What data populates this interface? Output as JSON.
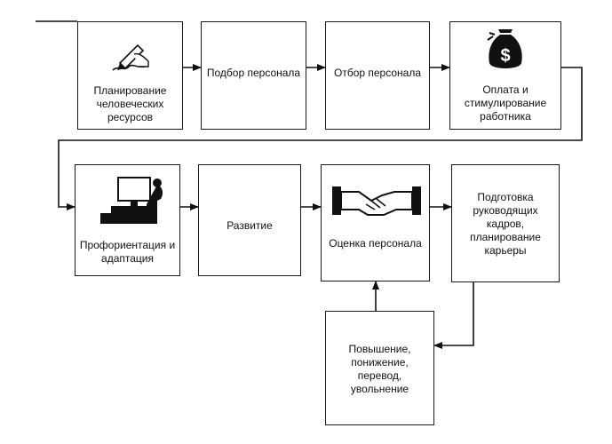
{
  "diagram": {
    "boxes": {
      "planning": "Планирование человеческих ресурсов",
      "selection": "Подбор персонала",
      "screening": "Отбор персонала",
      "payment": "Оплата и стимулирование работника",
      "orientation": "Профориентация и адаптация",
      "development": "Развитие",
      "evaluation": "Оценка персонала",
      "training": "Подготовка руководящих кадров, планирование карьеры",
      "movement": "Повышение, понижение, перевод, увольнение"
    },
    "icons": {
      "planning": "pen-writing-icon",
      "payment": "money-bag-icon",
      "orientation": "computer-workstation-icon",
      "evaluation": "handshake-icon"
    }
  }
}
